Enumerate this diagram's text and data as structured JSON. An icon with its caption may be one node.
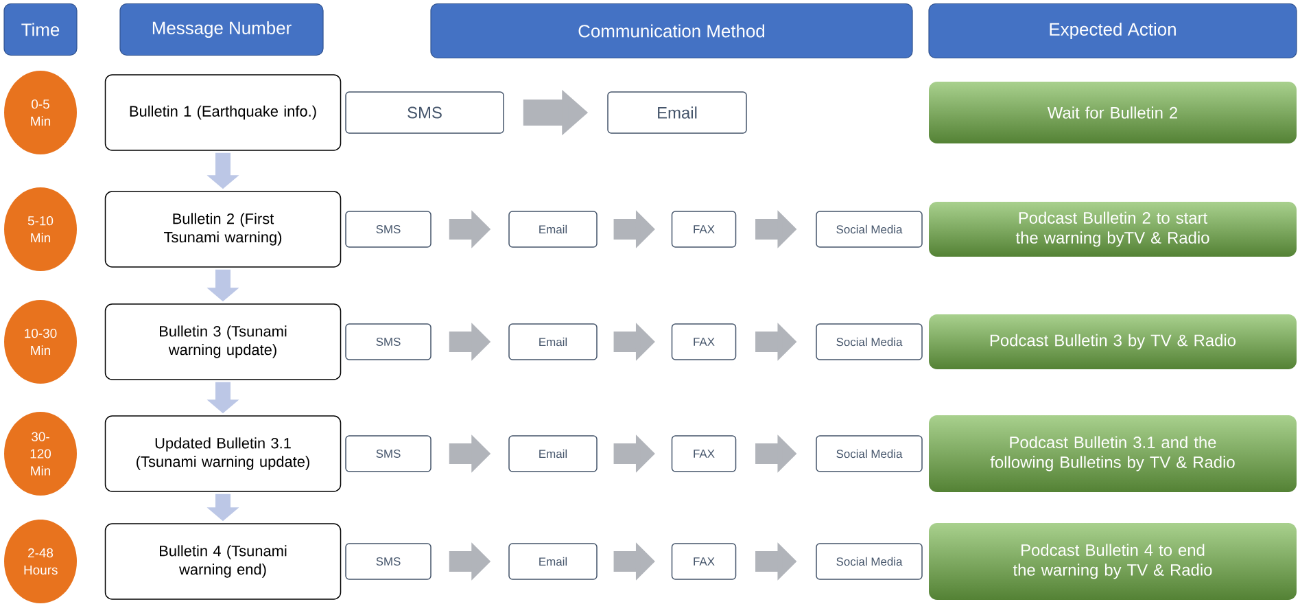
{
  "diagram": {
    "nodes": [
      {
        "text": [
          "Time"
        ]
      },
      {
        "text": [
          "Message Number"
        ]
      },
      {
        "text": [
          "Communication Method"
        ]
      },
      {
        "text": [
          "Expected Action"
        ]
      },
      {
        "text": [
          "0-5 Min"
        ]
      },
      {
        "text": [
          "Bulletin 1 (Earthquake info.)"
        ]
      },
      {
        "text": [
          "SMS"
        ]
      },
      {
        "text": [
          "Email"
        ]
      },
      {
        "text": [
          "Wait for Bulletin 2"
        ]
      },
      {
        "text": [
          "5-10 Min"
        ]
      },
      {
        "text": [
          "Bulletin 2 (First Tsunami warning)"
        ]
      },
      {
        "text": [
          "SMS"
        ]
      },
      {
        "text": [
          "Email"
        ]
      },
      {
        "text": [
          "FAX"
        ]
      },
      {
        "text": [
          "Social Media"
        ]
      },
      {
        "text": [
          "Podcast Bulletin 2 to start the warning byTV & Radio"
        ]
      },
      {
        "text": [
          "10-30 Min"
        ]
      },
      {
        "text": [
          "Bulletin 3 (Tsunami warning update)"
        ]
      },
      {
        "text": [
          "SMS"
        ]
      },
      {
        "text": [
          "Email"
        ]
      },
      {
        "text": [
          "FAX"
        ]
      },
      {
        "text": [
          "Social Media"
        ]
      },
      {
        "text": [
          "Podcast Bulletin 3 by TV & Radio"
        ]
      },
      {
        "text": [
          "30-120 Min"
        ]
      },
      {
        "text": [
          "Updated Bulletin 3.1 (Tsunami warning update)"
        ]
      },
      {
        "text": [
          "SMS"
        ]
      },
      {
        "text": [
          "Email"
        ]
      },
      {
        "text": [
          "FAX"
        ]
      },
      {
        "text": [
          "Social Media"
        ]
      },
      {
        "text": [
          "Podcast Bulletin 3.1 and the following Bulletins by TV & Radio"
        ]
      },
      {
        "text": [
          "2-48 Hours"
        ]
      },
      {
        "text": [
          "Bulletin 4 (Tsunami warning end)"
        ]
      },
      {
        "text": [
          "SMS"
        ]
      },
      {
        "text": [
          "Email"
        ]
      },
      {
        "text": [
          "FAX"
        ]
      },
      {
        "text": [
          "Social Media"
        ]
      },
      {
        "text": [
          "Podcast Bulletin 4 to end the warning by TV & Radio"
        ]
      }
    ],
    "edges": [
      {
        "from": 6,
        "to": 7,
        "arrow": "to"
      },
      {
        "from": 5,
        "to": 10,
        "arrow": "to"
      },
      {
        "from": 11,
        "to": 12,
        "arrow": "to"
      },
      {
        "from": 12,
        "to": 13,
        "arrow": "to"
      },
      {
        "from": 13,
        "to": 14,
        "arrow": "to"
      },
      {
        "from": 10,
        "to": 17,
        "arrow": "to"
      },
      {
        "from": 18,
        "to": 19,
        "arrow": "to"
      },
      {
        "from": 19,
        "to": 20,
        "arrow": "to"
      },
      {
        "from": 20,
        "to": 21,
        "arrow": "to"
      },
      {
        "from": 17,
        "to": 24,
        "arrow": "to"
      },
      {
        "from": 25,
        "to": 26,
        "arrow": "to"
      },
      {
        "from": 26,
        "to": 27,
        "arrow": "to"
      },
      {
        "from": 27,
        "to": 28,
        "arrow": "to"
      },
      {
        "from": 24,
        "to": 31,
        "arrow": "to"
      },
      {
        "from": 32,
        "to": 33,
        "arrow": "to"
      },
      {
        "from": 33,
        "to": 34,
        "arrow": "to"
      },
      {
        "from": 34,
        "to": 35,
        "arrow": "to"
      }
    ]
  }
}
